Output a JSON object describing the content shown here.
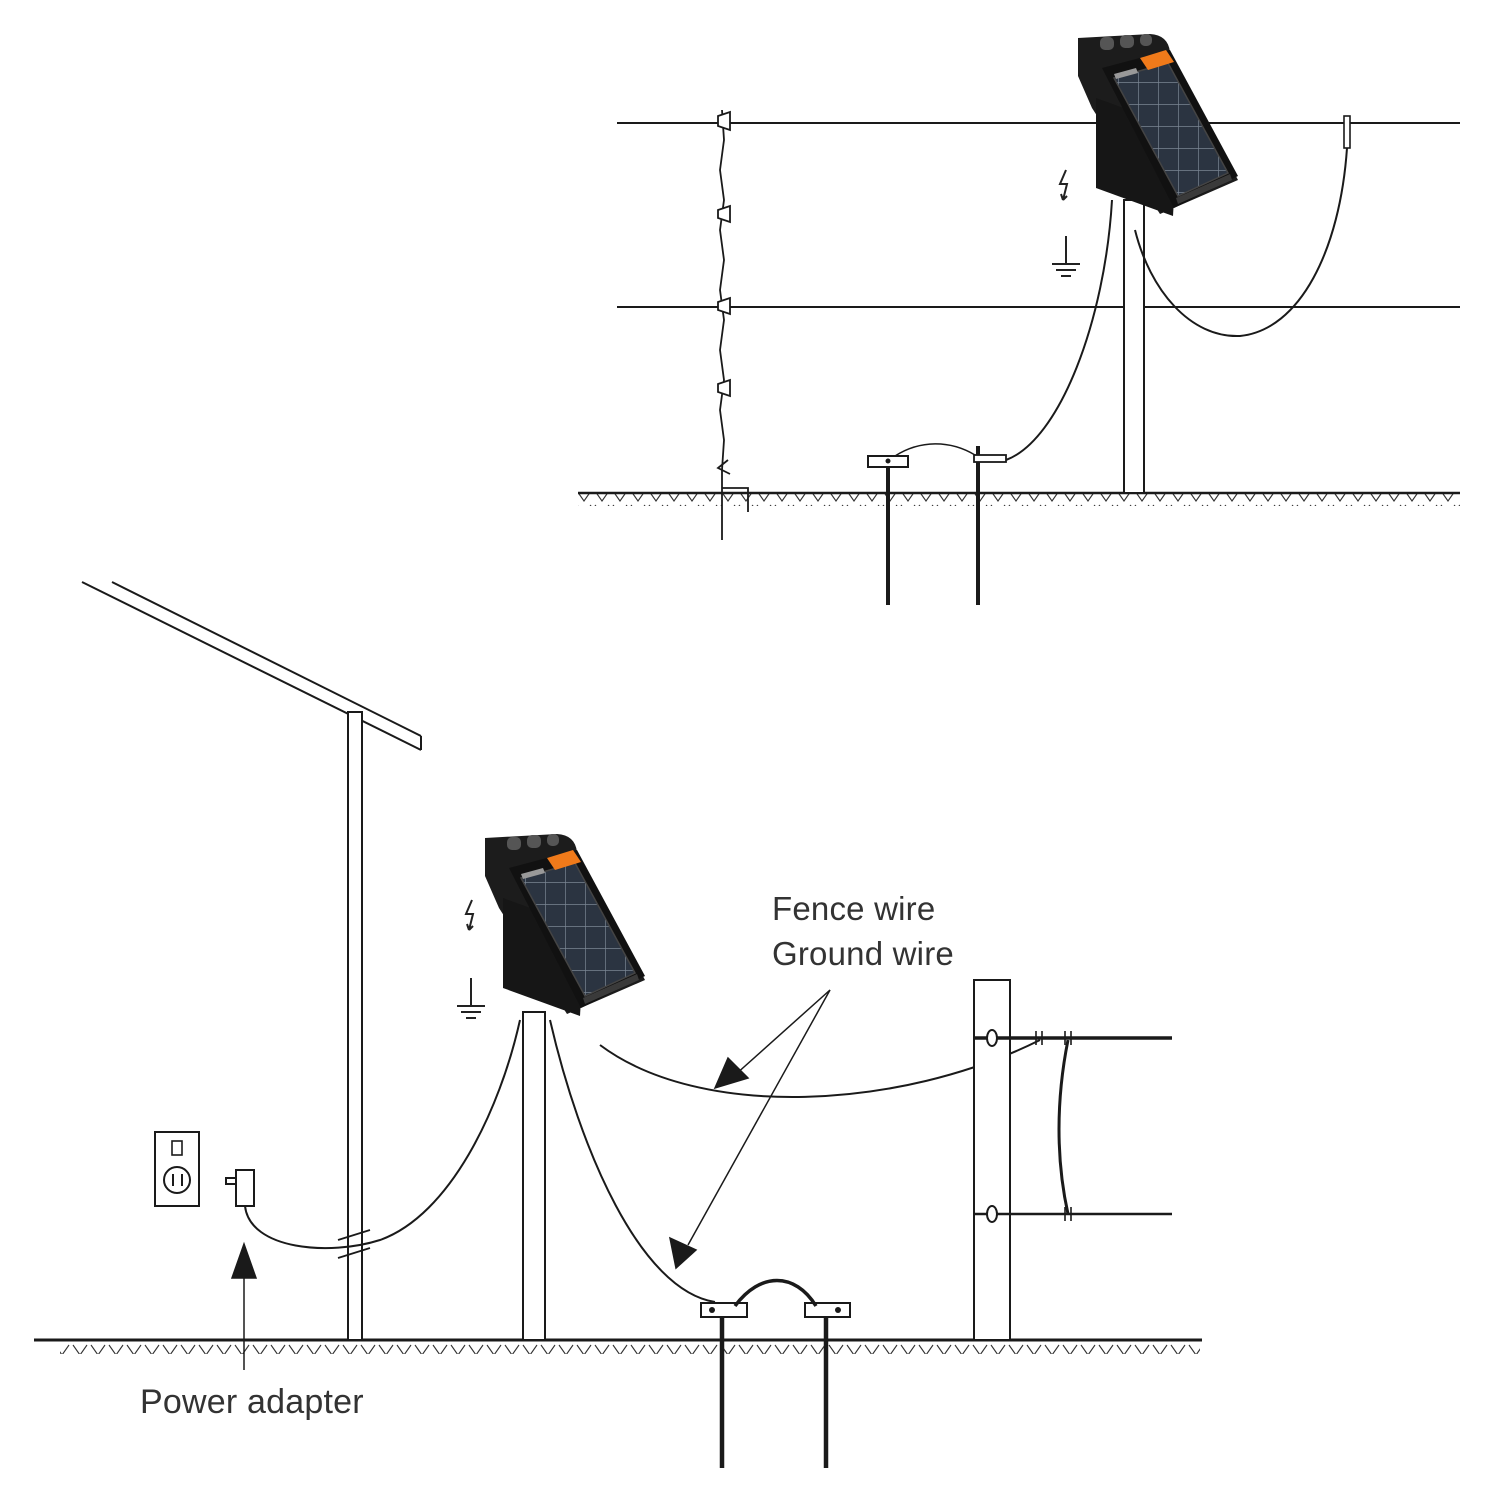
{
  "labels": {
    "fence_wire": "Fence wire",
    "ground_wire": "Ground wire",
    "power_adapter": "Power adapter"
  },
  "colors": {
    "line": "#1a1a1a",
    "energizer_body": "#1c1c1c",
    "solar_panel": "#2b3441",
    "panel_grid": "#7a8593",
    "warning_label": "#f07a1a"
  },
  "icons": [
    "lightning-bolt-icon",
    "ground-symbol-icon",
    "power-outlet-icon",
    "power-adapter-icon"
  ]
}
